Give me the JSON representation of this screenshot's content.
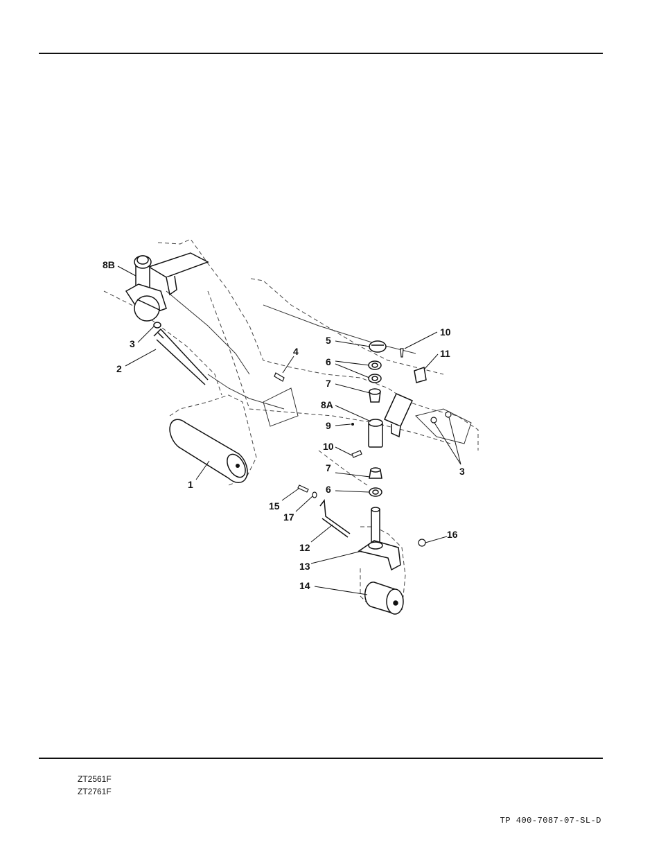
{
  "footer": {
    "models": [
      "ZT2561F",
      "ZT2761F"
    ],
    "document_number": "TP 400-7087-07-SL-D"
  },
  "callouts": [
    "8B",
    "3",
    "2",
    "4",
    "1",
    "5",
    "6",
    "7",
    "8A",
    "9",
    "10",
    "7",
    "6",
    "10",
    "11",
    "3",
    "15",
    "17",
    "12",
    "13",
    "14",
    "16"
  ]
}
